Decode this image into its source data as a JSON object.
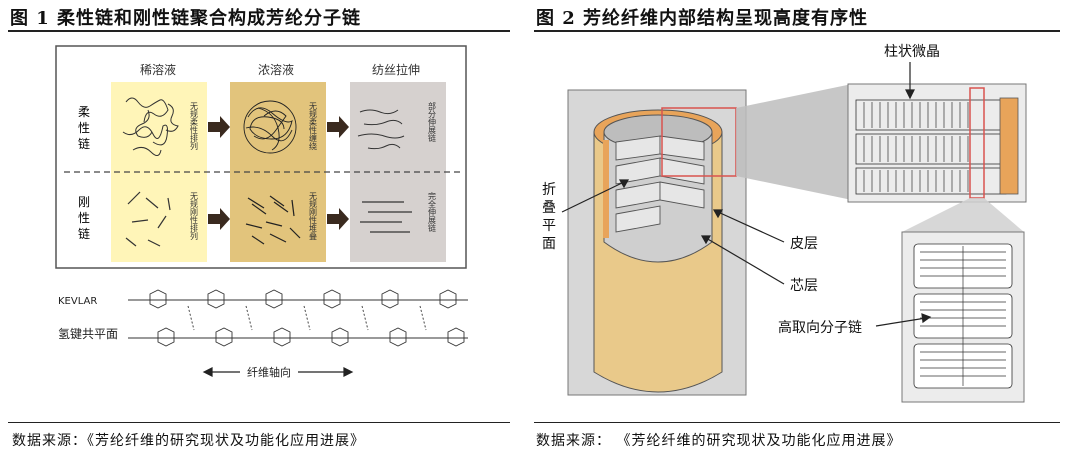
{
  "fig1": {
    "title": "图 1 柔性链和刚性链聚合构成芳纶分子链",
    "source": "数据来源：《芳纶纤维的研究现状及功能化应用进展》",
    "col_headers": [
      "稀溶液",
      "浓溶液",
      "纺丝拉伸"
    ],
    "row_labels": [
      "柔性链",
      "刚性链"
    ],
    "flex_notes": [
      "无规柔性排列",
      "无规柔性缠绕",
      "部分伸展链"
    ],
    "rigid_notes": [
      "无规刚性排列",
      "无规刚性堆叠",
      "完全伸展链"
    ],
    "chem_labels": {
      "kevlar": "KEVLAR",
      "hbond": "氢键共平面",
      "axis": "纤维轴向"
    },
    "colors": {
      "yellow": "#fff5b8",
      "gold": "#e2c47c",
      "gray": "#d6d1cf",
      "arrow": "#3a2a1f"
    }
  },
  "fig2": {
    "title": "图 2 芳纶纤维内部结构呈现高度有序性",
    "source": "数据来源：  《芳纶纤维的研究现状及功能化应用进展》",
    "labels": {
      "crystal": "柱状微晶",
      "fold": "折叠平面",
      "skin": "皮层",
      "core": "芯层",
      "chain": "高取向分子链"
    },
    "colors": {
      "fiber": "#e9c98a",
      "skin": "#e8a45a",
      "grayfill": "#cfcfcf",
      "red": "#d9534f"
    }
  }
}
